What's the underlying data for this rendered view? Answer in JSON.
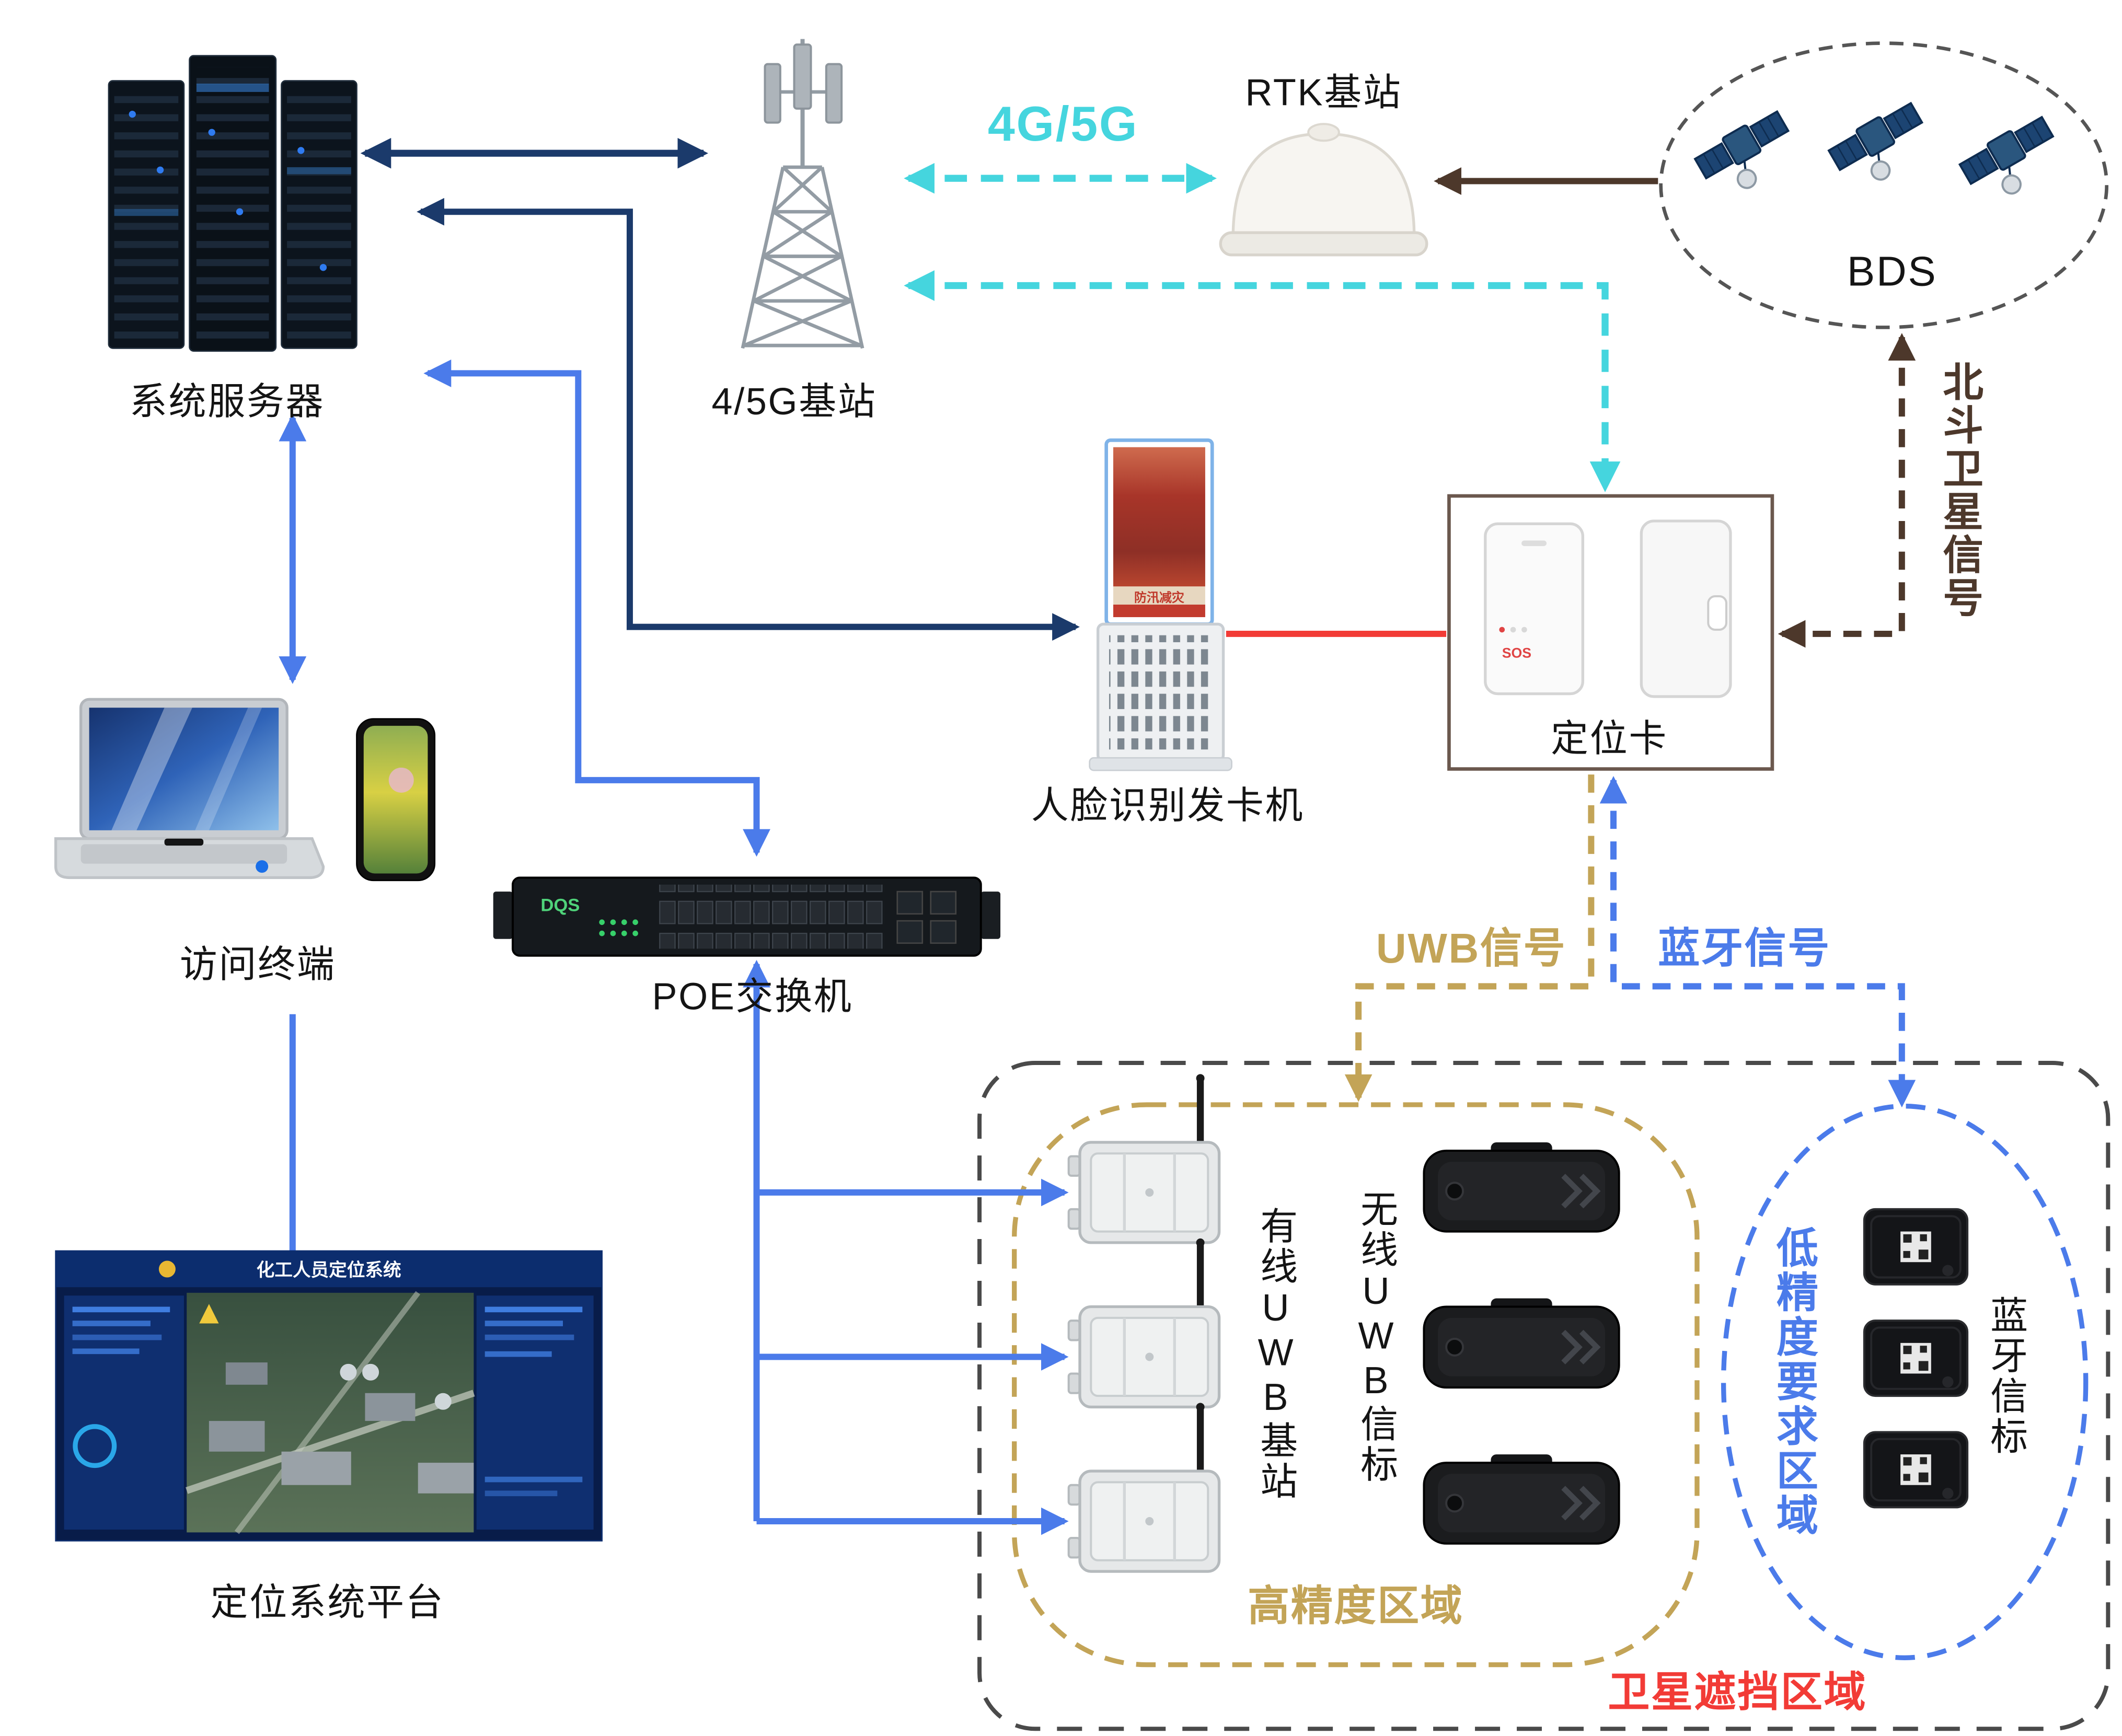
{
  "nodes": {
    "server": {
      "label": "系统服务器"
    },
    "base_station_45g": {
      "label": "4/5G基站"
    },
    "rtk_station": {
      "label": "RTK基站"
    },
    "bds": {
      "label": "BDS"
    },
    "face_kiosk": {
      "label": "人脸识别发卡机",
      "screen_text": "防汛减灾"
    },
    "locator_card": {
      "label": "定位卡",
      "sos_text": "SOS"
    },
    "access_terminal": {
      "label": "访问终端"
    },
    "poe_switch": {
      "label": "POE交换机",
      "logo": "DQS"
    },
    "platform": {
      "label": "定位系统平台",
      "screen_title": "化工人员定位系统"
    }
  },
  "signals": {
    "g45": "4G/5G",
    "beidou": "北斗卫星信号",
    "uwb": "UWB信号",
    "bluetooth": "蓝牙信号"
  },
  "zones": {
    "high_precision": "高精度区域",
    "low_precision": "低精度要求区域",
    "satellite_block": "卫星遮挡区域"
  },
  "field_devices": {
    "wired_uwb_station": "有线UWB基站",
    "wireless_uwb_tag": "无线UWB信标",
    "bt_beacon": "蓝牙信标"
  },
  "colors": {
    "navy": "#1b3a6b",
    "blue": "#4b7bea",
    "cyan": "#45d5de",
    "tan": "#c3a457",
    "brown": "#4d382b",
    "red": "#f23b36"
  }
}
